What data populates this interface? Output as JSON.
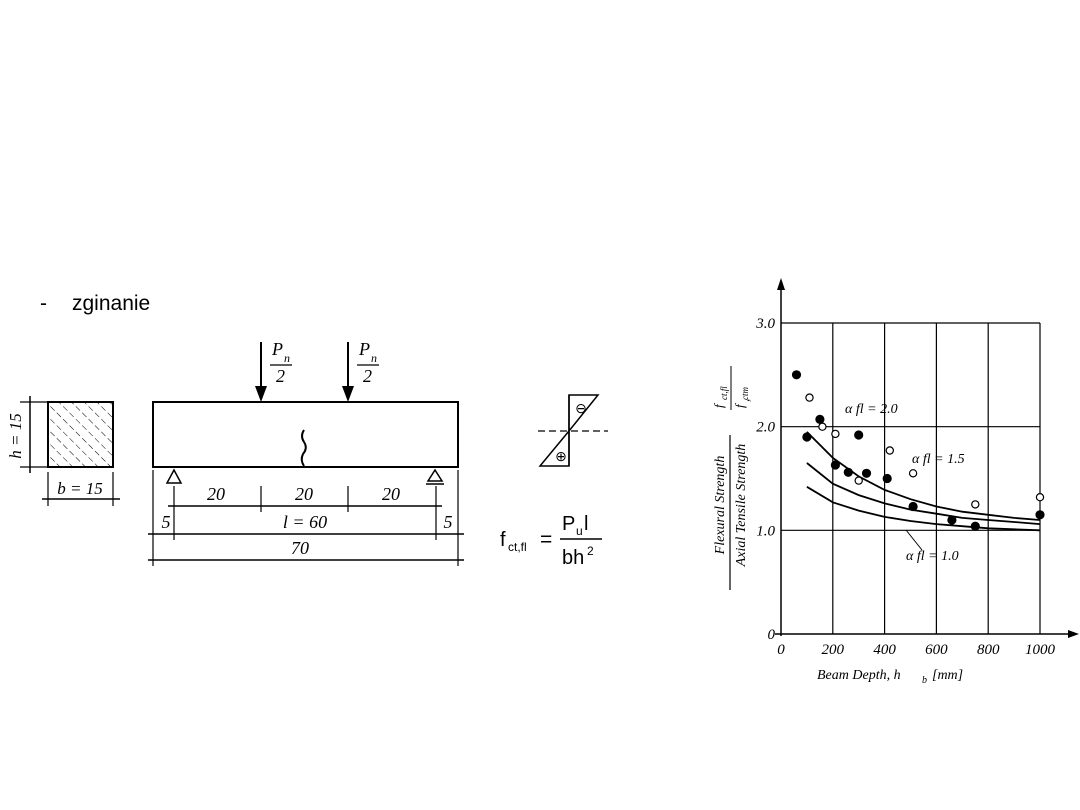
{
  "bullet": {
    "dash": "-",
    "text": "zginanie"
  },
  "section": {
    "h_label": "h = 15",
    "b_label": "b = 15"
  },
  "beam": {
    "load_p": "P",
    "load_p_sub": "n",
    "load_den": "2",
    "seg1": "20",
    "seg2": "20",
    "seg3": "20",
    "overhang_left": "5",
    "overhang_right": "5",
    "span_label": "l = 60",
    "total_label": "70"
  },
  "stress_diagram": {
    "top_sign": "⊖",
    "bottom_sign": "⊕"
  },
  "formula": {
    "lhs": "f",
    "lhs_sub": "ct,fl",
    "eq": "=",
    "num": "P",
    "num_sub": "u",
    "num_tail": "l",
    "den": "bh",
    "den_sup": "2"
  },
  "chart_data": {
    "type": "scatter",
    "xlabel": "Beam Depth, h",
    "xlabel_sub": "b",
    "xlabel_unit": "[mm]",
    "ylabel_line1": "Flexural Strength",
    "ylabel_line2": "Axial Tensile Strength",
    "ylabel_ratio_num": "f",
    "ylabel_ratio_num_sub": "ct,fl",
    "ylabel_ratio_den": "f",
    "ylabel_ratio_den_sub": "ctm",
    "xlim": [
      0,
      1000
    ],
    "ylim": [
      0,
      3.0
    ],
    "xticks": [
      "0",
      "200",
      "400",
      "600",
      "800",
      "1000"
    ],
    "yticks": [
      "0",
      "1.0",
      "2.0",
      "3.0"
    ],
    "grid": true,
    "series": [
      {
        "marker": "filled",
        "points": [
          [
            60,
            2.5
          ],
          [
            100,
            1.9
          ],
          [
            150,
            2.07
          ],
          [
            210,
            1.63
          ],
          [
            260,
            1.56
          ],
          [
            300,
            1.92
          ],
          [
            330,
            1.55
          ],
          [
            410,
            1.5
          ],
          [
            510,
            1.23
          ],
          [
            660,
            1.1
          ],
          [
            750,
            1.04
          ],
          [
            1000,
            1.15
          ]
        ]
      },
      {
        "marker": "open",
        "points": [
          [
            110,
            2.28
          ],
          [
            160,
            2.0
          ],
          [
            210,
            1.93
          ],
          [
            300,
            1.48
          ],
          [
            420,
            1.77
          ],
          [
            510,
            1.55
          ],
          [
            750,
            1.25
          ],
          [
            1000,
            1.32
          ]
        ]
      }
    ],
    "curves": [
      {
        "name": "α fl = 2.0",
        "points": [
          [
            100,
            1.95
          ],
          [
            200,
            1.7
          ],
          [
            300,
            1.52
          ],
          [
            400,
            1.39
          ],
          [
            500,
            1.3
          ],
          [
            600,
            1.23
          ],
          [
            700,
            1.18
          ],
          [
            800,
            1.15
          ],
          [
            900,
            1.12
          ],
          [
            1000,
            1.1
          ]
        ]
      },
      {
        "name": "α fl = 1.5",
        "points": [
          [
            100,
            1.65
          ],
          [
            200,
            1.45
          ],
          [
            300,
            1.34
          ],
          [
            400,
            1.26
          ],
          [
            500,
            1.2
          ],
          [
            600,
            1.16
          ],
          [
            700,
            1.12
          ],
          [
            800,
            1.1
          ],
          [
            900,
            1.08
          ],
          [
            1000,
            1.06
          ]
        ]
      },
      {
        "name": "α fl = 1.0",
        "points": [
          [
            100,
            1.42
          ],
          [
            200,
            1.27
          ],
          [
            300,
            1.19
          ],
          [
            400,
            1.13
          ],
          [
            500,
            1.09
          ],
          [
            600,
            1.06
          ],
          [
            700,
            1.04
          ],
          [
            800,
            1.02
          ],
          [
            900,
            1.01
          ],
          [
            1000,
            1.0
          ]
        ]
      }
    ]
  }
}
